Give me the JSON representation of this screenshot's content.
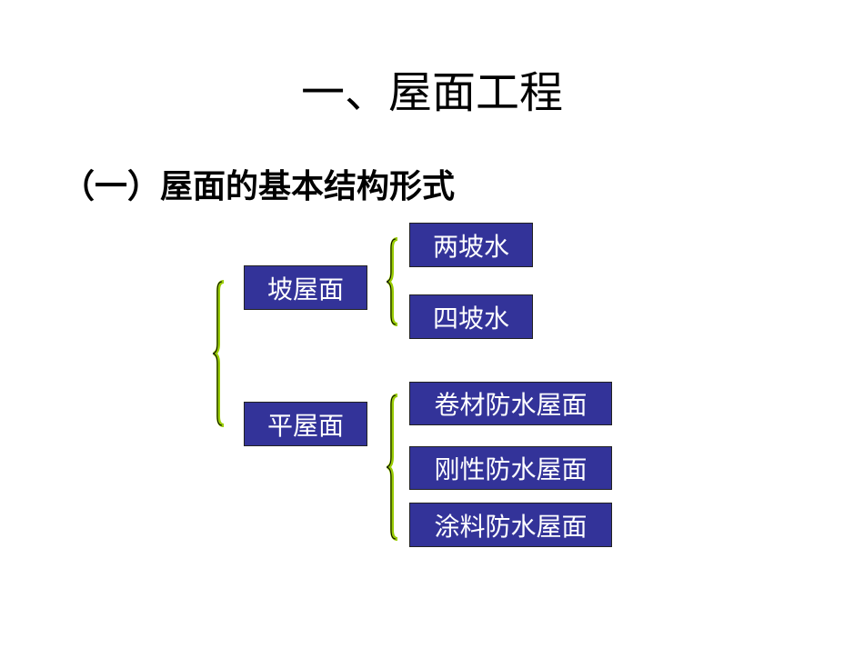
{
  "title": "一、屋面工程",
  "subtitle": "（一）屋面的基本结构形式",
  "tree": {
    "slope_roof": {
      "label": "坡屋面",
      "children": [
        "两坡水",
        "四坡水"
      ]
    },
    "flat_roof": {
      "label": "平屋面",
      "children": [
        "卷材防水屋面",
        "刚性防水屋面",
        "涂料防水屋面"
      ]
    }
  },
  "colors": {
    "box": "#333399",
    "brace": "#99cc00",
    "text": "#ffffff"
  }
}
